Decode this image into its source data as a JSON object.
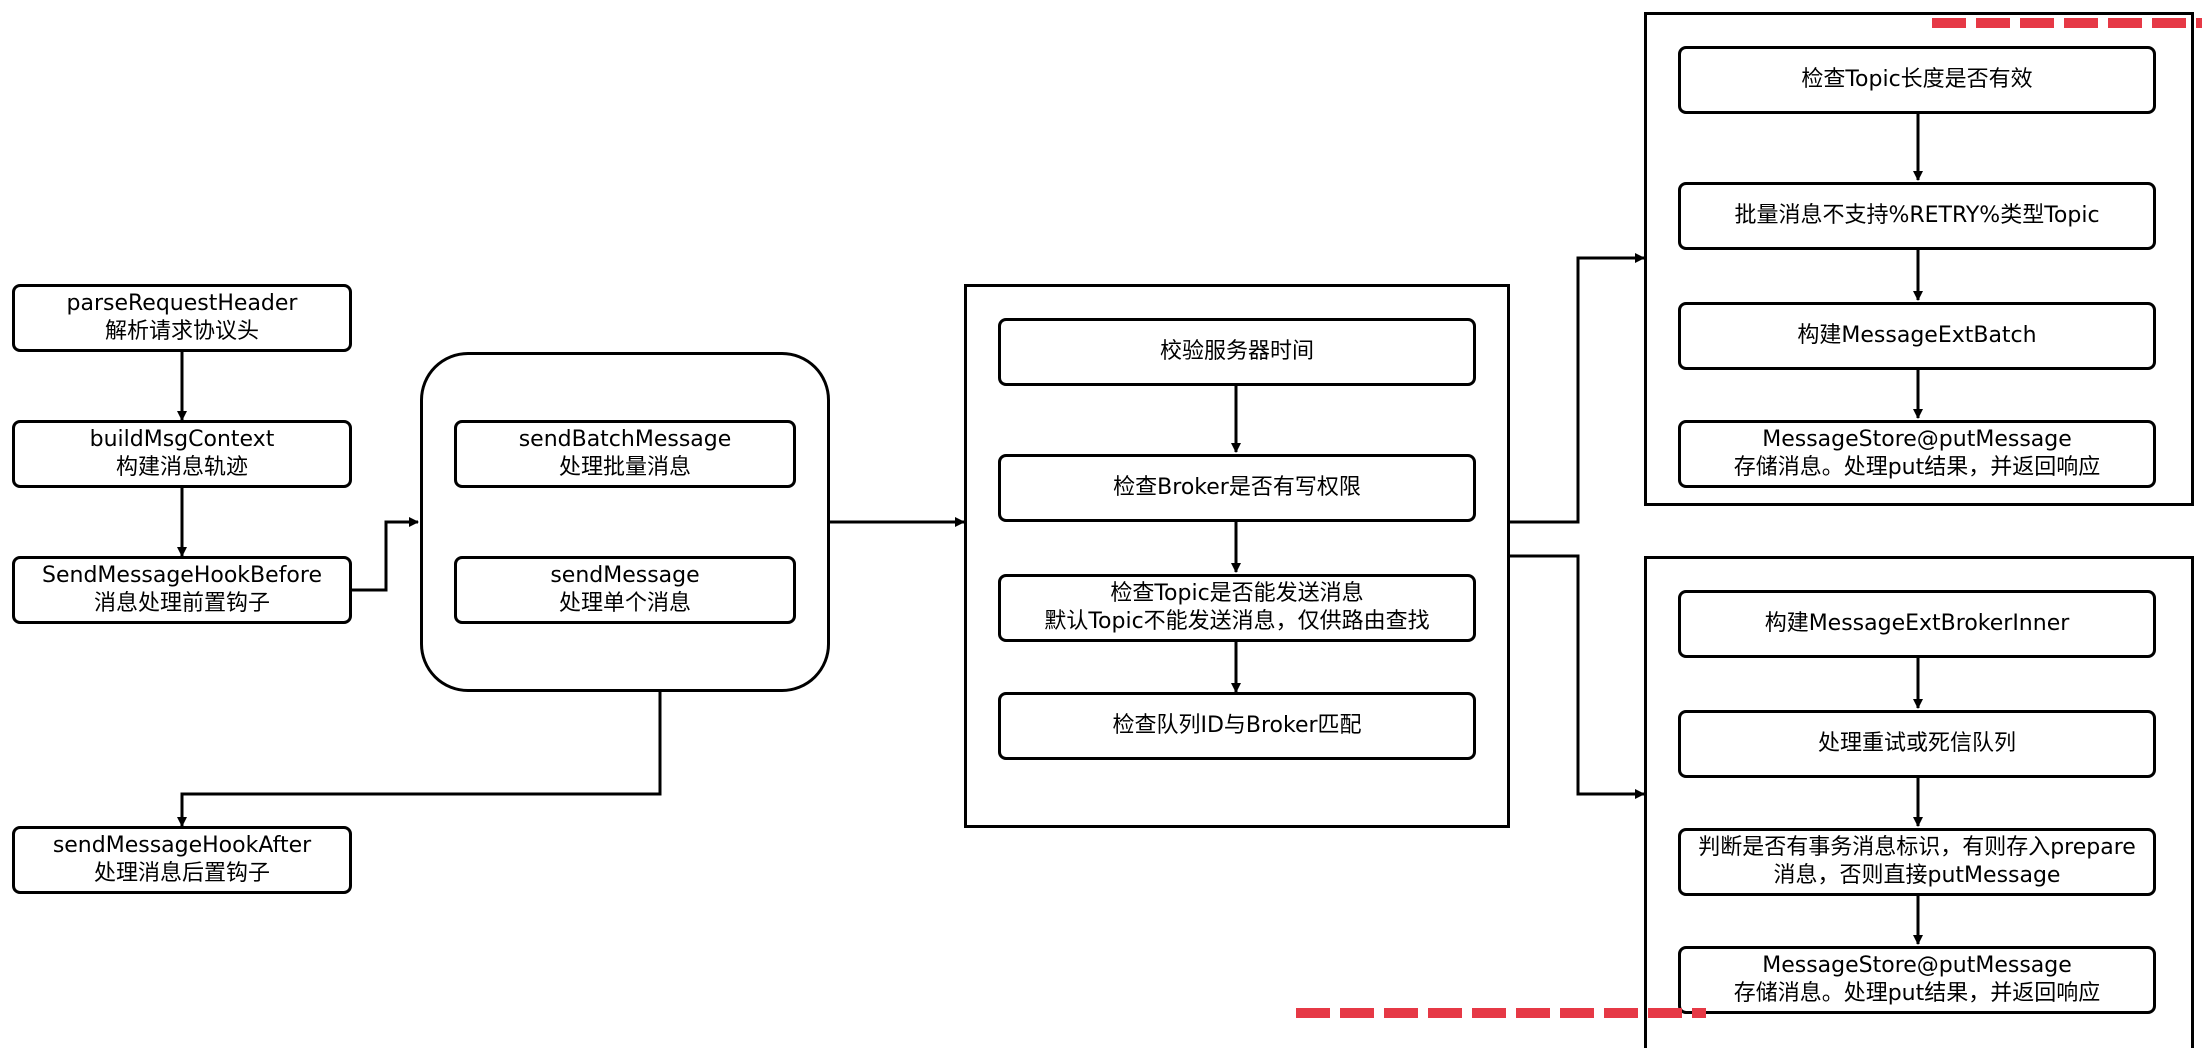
{
  "left_steps": {
    "parse_header": {
      "line1": "parseRequestHeader",
      "line2": "解析请求协议头"
    },
    "build_context": {
      "line1": "buildMsgContext",
      "line2": "构建消息轨迹"
    },
    "hook_before": {
      "line1": "SendMessageHookBefore",
      "line2": "消息处理前置钩子"
    },
    "hook_after": {
      "line1": "sendMessageHookAfter",
      "line2": "处理消息后置钩子"
    }
  },
  "dispatch": {
    "batch": {
      "line1": "sendBatchMessage",
      "line2": "处理批量消息"
    },
    "single": {
      "line1": "sendMessage",
      "line2": "处理单个消息"
    }
  },
  "checks": {
    "server_time": "校验服务器时间",
    "broker_write": "检查Broker是否有写权限",
    "topic_send": {
      "line1": "检查Topic是否能发送消息",
      "line2": "默认Topic不能发送消息，仅供路由查找"
    },
    "queue_id": "检查队列ID与Broker匹配"
  },
  "batch_branch": {
    "topic_length": "检查Topic长度是否有效",
    "no_retry": "批量消息不支持%RETRY%类型Topic",
    "build_batch": "构建MessageExtBatch",
    "store": {
      "line1": "MessageStore@putMessage",
      "line2": "存储消息。处理put结果，并返回响应"
    }
  },
  "single_branch": {
    "build_inner": "构建MessageExtBrokerInner",
    "retry_dlq": "处理重试或死信队列",
    "transaction": {
      "line1": "判断是否有事务消息标识，有则存入prepare",
      "line2": "消息，否则直接putMessage"
    },
    "store": {
      "line1": "MessageStore@putMessage",
      "line2": "存储消息。处理put结果，并返回响应"
    }
  },
  "colors": {
    "stroke": "#000000",
    "watermark": "#e63946"
  }
}
